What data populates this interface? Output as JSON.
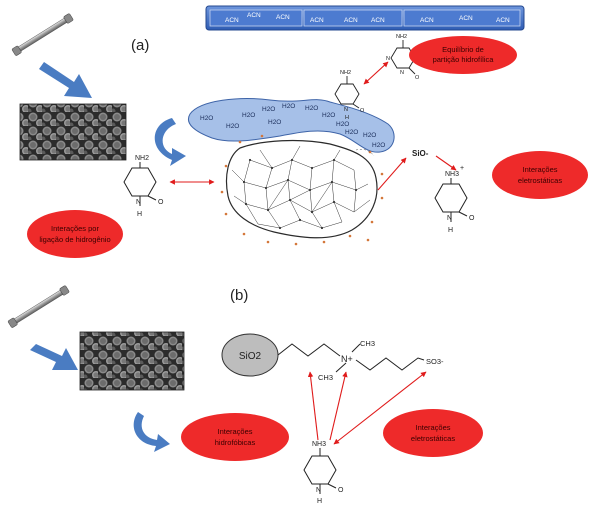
{
  "panels": {
    "a": {
      "label": "(a)",
      "acn_labels": [
        "ACN",
        "ACN",
        "ACN",
        "ACN",
        "ACN",
        "ACN",
        "ACN",
        "ACN",
        "ACN"
      ],
      "water_labels": [
        "H2O",
        "H2O",
        "H2O",
        "H2O",
        "H2O",
        "H2O",
        "H2O",
        "H2O",
        "H2O",
        "H2O",
        "H2O",
        "H2O"
      ],
      "sio_label": "SiO-",
      "nh2": "NH2",
      "nh3": "NH3",
      "plus": "+",
      "o": "O",
      "n": "N",
      "h": "H",
      "callouts": {
        "partition_line1": "Equilíbrio de",
        "partition_line2": "partição hidrofílica",
        "electrostatic_line1": "Interações",
        "electrostatic_line2": "eletrostáticas",
        "hbond_line1": "Interações por",
        "hbond_line2": "ligação de hidrogênio"
      }
    },
    "b": {
      "label": "(b)",
      "sio2": "SiO2",
      "n_plus": "N+",
      "ch3": "CH3",
      "so3": "SO3-",
      "nh3": "NH3",
      "o": "O",
      "n": "N",
      "h": "H",
      "callouts": {
        "hydrophobic_line1": "Interações",
        "hydrophobic_line2": "hidrofóbicas",
        "electrostatic_line1": "Interações",
        "electrostatic_line2": "eletrostáticas"
      }
    }
  },
  "colors": {
    "callout_fill": "#ee2a2a",
    "arrow_blue": "#4a7cc2",
    "water_fill": "#9db9e6",
    "acn_fill": "#3f6fc8",
    "red_arrow": "#e01b1b"
  }
}
